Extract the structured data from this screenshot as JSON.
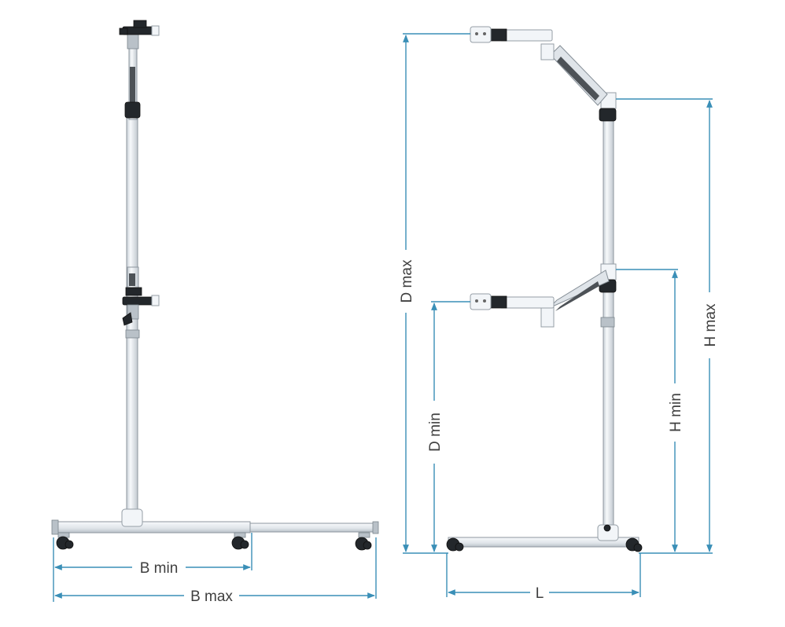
{
  "labels": {
    "b_min": "B min",
    "b_max": "B max",
    "d_max": "D max",
    "d_min": "D min",
    "h_max": "H max",
    "h_min": "H min",
    "l": "L"
  },
  "colors": {
    "dimension_line": "#3a8fb7",
    "label_text": "#3f3f3f",
    "stand_body": "#e9edf1",
    "stand_outline": "#8d969e",
    "clamp_dark": "#23272b"
  }
}
